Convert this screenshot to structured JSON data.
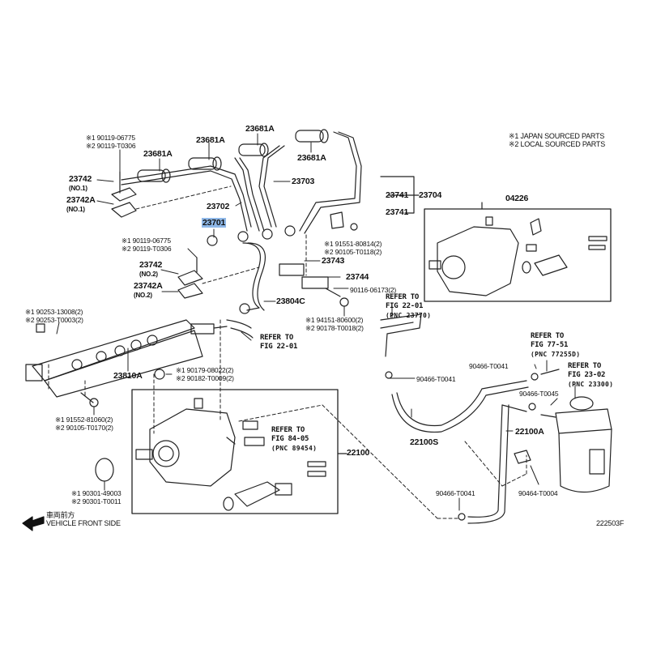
{
  "legend": {
    "line1": "※1 JAPAN SOURCED PARTS",
    "line2": "※2 LOCAL SOURCED PARTS"
  },
  "figure_code": "222503F",
  "vehicle_front": {
    "jp": "車両前方",
    "en": "VEHICLE FRONT SIDE",
    "icon": "arrow-left-icon"
  },
  "highlighted_part": "23701",
  "labels": {
    "bolt_top_1": [
      "※1 90119-06775",
      "※2 90119-T0306"
    ],
    "clamp_23742_no1": {
      "part": "23742",
      "note": "(NO.1)"
    },
    "clamp_23742A_no1": {
      "part": "23742A",
      "note": "(NO.1)"
    },
    "nozzle_23681A_a": "23681A",
    "nozzle_23681A_b": "23681A",
    "nozzle_23681A_c": "23681A",
    "nozzle_23681A_d": "23681A",
    "pipe_23702": "23702",
    "pipe_23703": "23703",
    "pipe_23701": "23701",
    "clamp_23741_upper": "23741",
    "clamp_23741_lower": "23741",
    "assy_23704": "23704",
    "pump_assy_04226": "04226",
    "bolt_mid_1": [
      "※1 90119-06775",
      "※2 90119-T0306"
    ],
    "clamp_23742_no2": {
      "part": "23742",
      "note": "(NO.2)"
    },
    "clamp_23742A_no2": {
      "part": "23742A",
      "note": "(NO.2)"
    },
    "bolt_right_1": [
      "※1 91551-80814(2)",
      "※2 90105-T0118(2)"
    ],
    "clamp_23743": "23743",
    "clamp_23744": "23744",
    "bolt_90116": "90116-06173(2)",
    "pipe_23804C": "23804C",
    "nut_right": [
      "※1 94151-80600(2)",
      "※2 90178-T0018(2)"
    ],
    "refer_22_01_pnc": {
      "line1": "REFER TO",
      "line2": "FIG 22-01",
      "pnc": "(PNC 23770)"
    },
    "plug_left": [
      "※1 90253-13008(2)",
      "※2 90253-T0003(2)"
    ],
    "refer_22_01": {
      "line1": "REFER TO",
      "line2": "FIG 22-01"
    },
    "rail_23810A": "23810A",
    "nut_rail": [
      "※1 90179-08022(2)",
      "※2 90182-T0009(2)"
    ],
    "bolt_rail": [
      "※1 91552-81060(2)",
      "※2 90105-T0170(2)"
    ],
    "oring": [
      "※1 90301-49003",
      "※2 90301-T0011"
    ],
    "refer_84_05": {
      "line1": "REFER TO",
      "line2": "FIG 84-05",
      "pnc": "(PNC 89454)"
    },
    "pump_22100": "22100",
    "refer_77_51": {
      "line1": "REFER TO",
      "line2": "FIG 77-51",
      "pnc": "(PNC 77255D)"
    },
    "refer_23_02": {
      "line1": "REFER TO",
      "line2": "FIG 23-02",
      "pnc": "(PNC 23300)"
    },
    "clip_90466_a": "90466-T0041",
    "clip_90466_b": "90466-T0041",
    "clip_90466_c": "90466-T0045",
    "clip_90466_d": "90466-T0041",
    "clip_90464": "90464-T0004",
    "hose_22100S": "22100S",
    "hose_22100A": "22100A"
  }
}
